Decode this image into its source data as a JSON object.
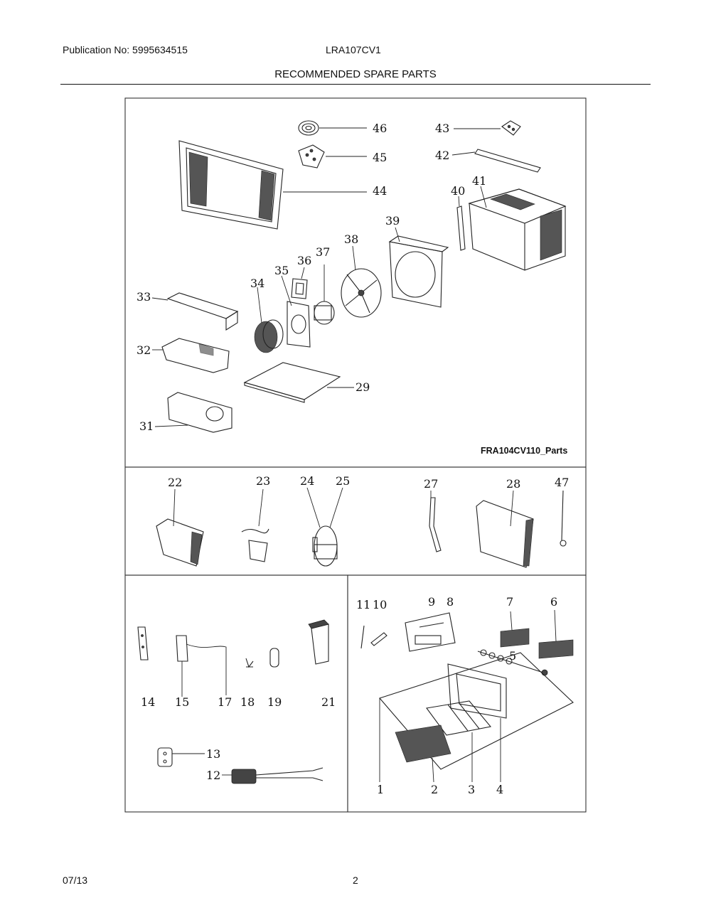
{
  "header": {
    "publication": "Publication No: 5995634515",
    "model": "LRA107CV1",
    "title": "RECOMMENDED SPARE PARTS"
  },
  "diagram": {
    "reference": "FRA104CV110_Parts",
    "callouts": {
      "p1": "1",
      "p2": "2",
      "p3": "3",
      "p4": "4",
      "p5": "5",
      "p6": "6",
      "p7": "7",
      "p8": "8",
      "p9": "9",
      "p10": "10",
      "p11": "11",
      "p12": "12",
      "p13": "13",
      "p14": "14",
      "p15": "15",
      "p17": "17",
      "p18": "18",
      "p19": "19",
      "p21": "21",
      "p22": "22",
      "p23": "23",
      "p24": "24",
      "p25": "25",
      "p27": "27",
      "p28": "28",
      "p29": "29",
      "p31": "31",
      "p32": "32",
      "p33": "33",
      "p34": "34",
      "p35": "35",
      "p36": "36",
      "p37": "37",
      "p38": "38",
      "p39": "39",
      "p40": "40",
      "p41": "41",
      "p42": "42",
      "p43": "43",
      "p44": "44",
      "p45": "45",
      "p46": "46",
      "p47": "47"
    }
  },
  "footer": {
    "date": "07/13",
    "page": "2"
  }
}
